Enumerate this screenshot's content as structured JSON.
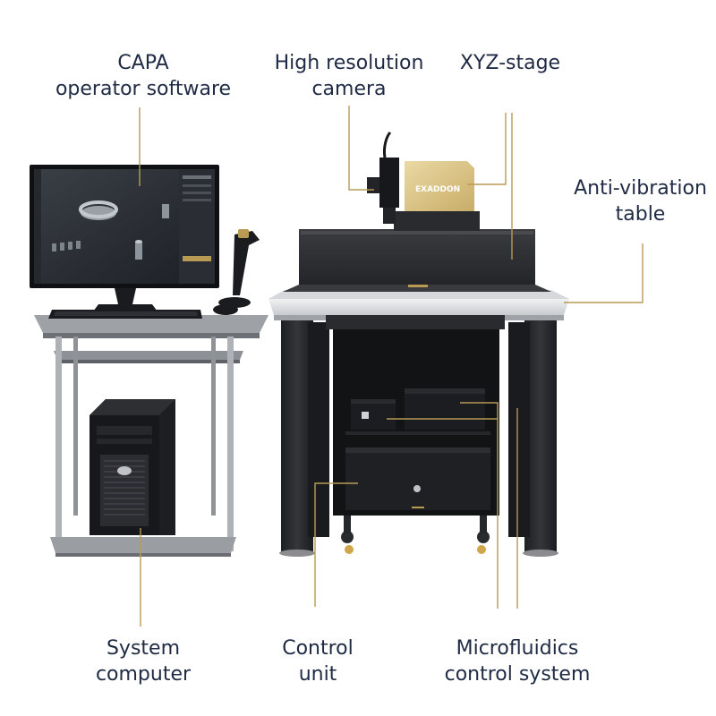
{
  "colors": {
    "label_text": "#1f2a44",
    "callout_line": "#b89a55",
    "table_top": "#e6e7ea",
    "machine_dark": "#2a2b2e",
    "stage_gold": "#d9c48a"
  },
  "labels": {
    "capa": [
      "CAPA",
      "operator software"
    ],
    "camera": [
      "High resolution",
      "camera"
    ],
    "xyz_stage": [
      "XYZ-stage"
    ],
    "anti_vibration": [
      "Anti-vibration",
      "table"
    ],
    "system_computer": [
      "System",
      "computer"
    ],
    "control_unit": [
      "Control",
      "unit"
    ],
    "microfluidics": [
      "Microfluidics",
      "control system"
    ]
  },
  "brand": {
    "stage_logo": "EXADDON"
  },
  "icons": [
    "monitor-icon",
    "keyboard-icon",
    "mouse-icon",
    "barcode-scanner-icon",
    "pc-tower-icon"
  ]
}
